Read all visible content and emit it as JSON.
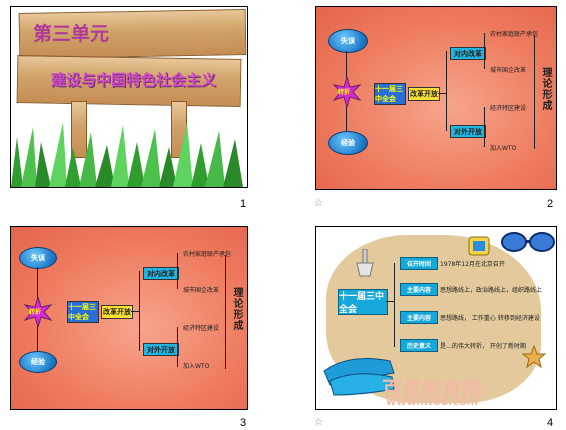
{
  "slide1": {
    "title": "第三单元",
    "subtitle": "建设与中国特色社会主义",
    "number": "1"
  },
  "diagram": {
    "top_node": "失误",
    "bottom_node": "经验",
    "star_node": "转折",
    "center_box": "十一届三中全会",
    "yellow_box": "改革开放",
    "branch_top": "对内改革",
    "branch_bottom": "对外开放",
    "leaf1": "农村家庭联产承包",
    "leaf2": "城市国企改革",
    "leaf3": "经济特区建设",
    "leaf4": "加入WTO",
    "side_label": "理论形成"
  },
  "slide2": {
    "number": "2",
    "star": "☆"
  },
  "slide3": {
    "number": "3"
  },
  "slide4": {
    "number": "4",
    "star": "☆",
    "center": "十一届三中全会",
    "rows": [
      {
        "label": "召开时间",
        "text": "1978年12月在北京召开"
      },
      {
        "label": "主要内容",
        "text": "思想路线上，政治路线上，组织路线上"
      },
      {
        "label": "主要内容",
        "text": "思想路线，  工作重心  转移到经济建设"
      },
      {
        "label": "历史意义",
        "text": "是…的伟大转折，  开创了新时期"
      }
    ],
    "watermark": "百星教育网",
    "watermark_url": "www.ht88.com"
  }
}
